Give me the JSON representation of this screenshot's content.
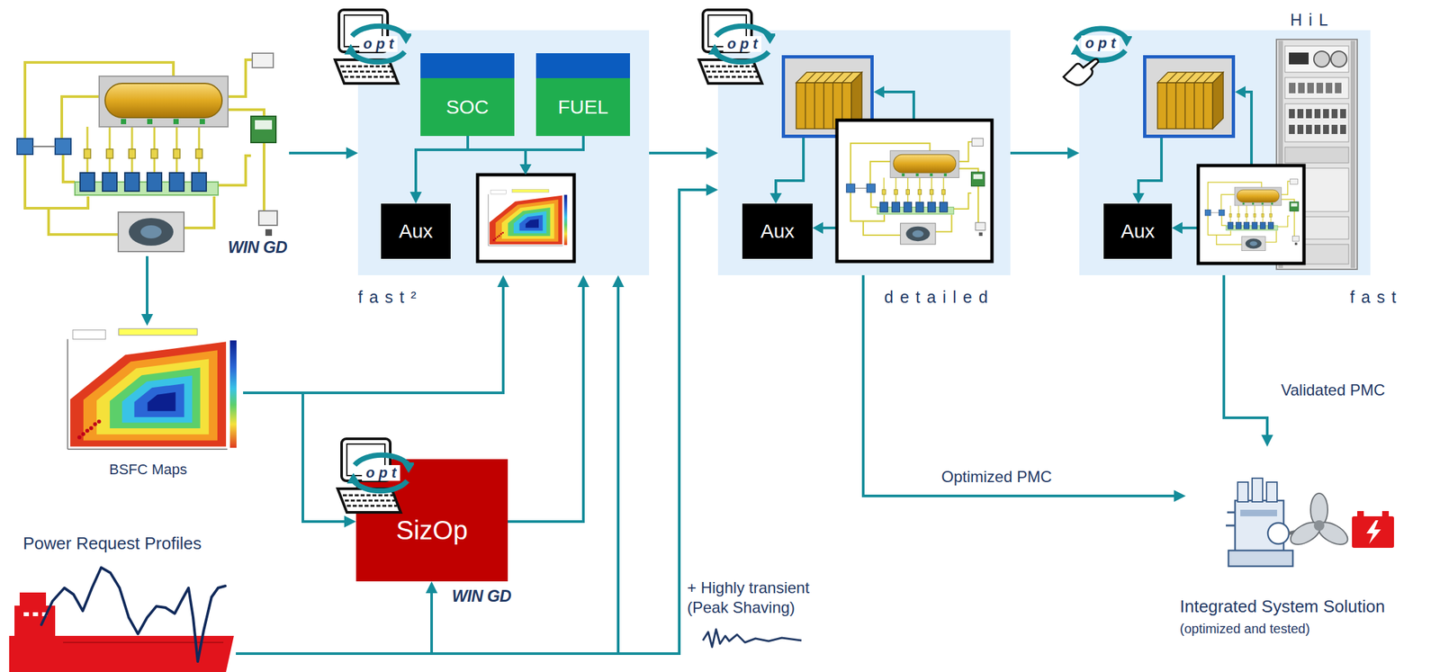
{
  "diagram": {
    "nodes": [
      {
        "text": [
          "WIN GD"
        ]
      },
      {
        "text": [
          "fast²"
        ]
      },
      {
        "text": [
          "SOC"
        ],
        "in": 1
      },
      {
        "text": [
          "FUEL"
        ],
        "in": 1
      },
      {
        "text": [
          "Aux"
        ],
        "in": 1
      },
      {
        "text": [
          "detailed"
        ]
      },
      {
        "text": [
          "Aux"
        ],
        "in": 5
      },
      {
        "text": [
          "HiL",
          "fast"
        ]
      },
      {
        "text": [
          "Aux"
        ],
        "in": 7
      },
      {
        "text": [
          "BSFC Maps"
        ]
      },
      {
        "text": [
          "SizOp"
        ]
      },
      {
        "text": [
          "Power Request Profiles"
        ]
      },
      {
        "text": [
          "Integrated System Solution",
          "(optimized and tested)"
        ]
      }
    ],
    "edges": [
      {
        "from": 0,
        "to": 1,
        "arrow": "to"
      },
      {
        "from": 0,
        "to": 9,
        "arrow": "to"
      },
      {
        "from": 2,
        "to": 4,
        "arrow": "to"
      },
      {
        "from": 9,
        "to": 1,
        "arrow": "to"
      },
      {
        "from": 9,
        "to": 10,
        "arrow": "to"
      },
      {
        "from": 10,
        "to": 1,
        "arrow": "to"
      },
      {
        "from": 11,
        "to": 10,
        "arrow": "to"
      },
      {
        "from": 11,
        "to": 1,
        "arrow": "to"
      },
      {
        "from": 11,
        "to": 5,
        "arrow": "to"
      },
      {
        "from": 1,
        "to": 5,
        "arrow": "to"
      },
      {
        "from": 5,
        "to": 7,
        "arrow": "to"
      },
      {
        "from": 5,
        "to": 12,
        "label": "Optimized PMC",
        "arrow": "to"
      },
      {
        "from": 7,
        "to": 12,
        "label": "Validated PMC",
        "arrow": "to"
      }
    ],
    "labels": [
      "opt",
      "opt",
      "opt",
      "opt",
      "WIN GD",
      "+ Highly transient (Peak Shaving)"
    ]
  }
}
